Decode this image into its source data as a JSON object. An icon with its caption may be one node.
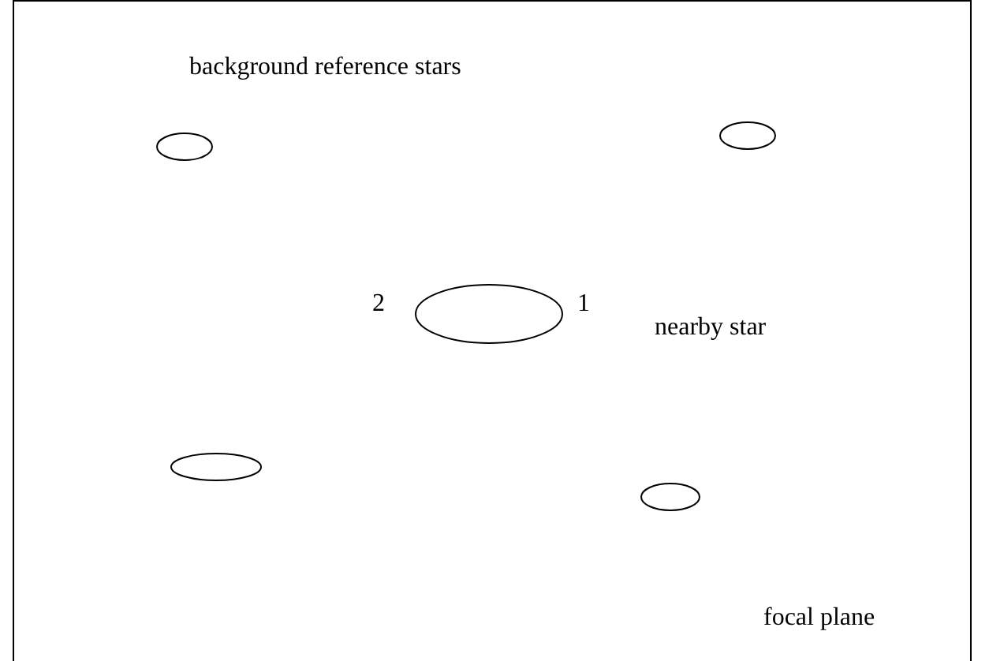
{
  "diagram": {
    "nodes": [
      {
        "text": [],
        "shape": "ellipse"
      },
      {
        "text": [],
        "shape": "ellipse"
      },
      {
        "text": [],
        "shape": "ellipse",
        "beside": [
          "2",
          "1",
          "nearby star"
        ]
      },
      {
        "text": [],
        "shape": "ellipse"
      },
      {
        "text": [],
        "shape": "ellipse"
      }
    ],
    "edges": [],
    "labels": [
      "background reference stars",
      "focal plane"
    ]
  }
}
